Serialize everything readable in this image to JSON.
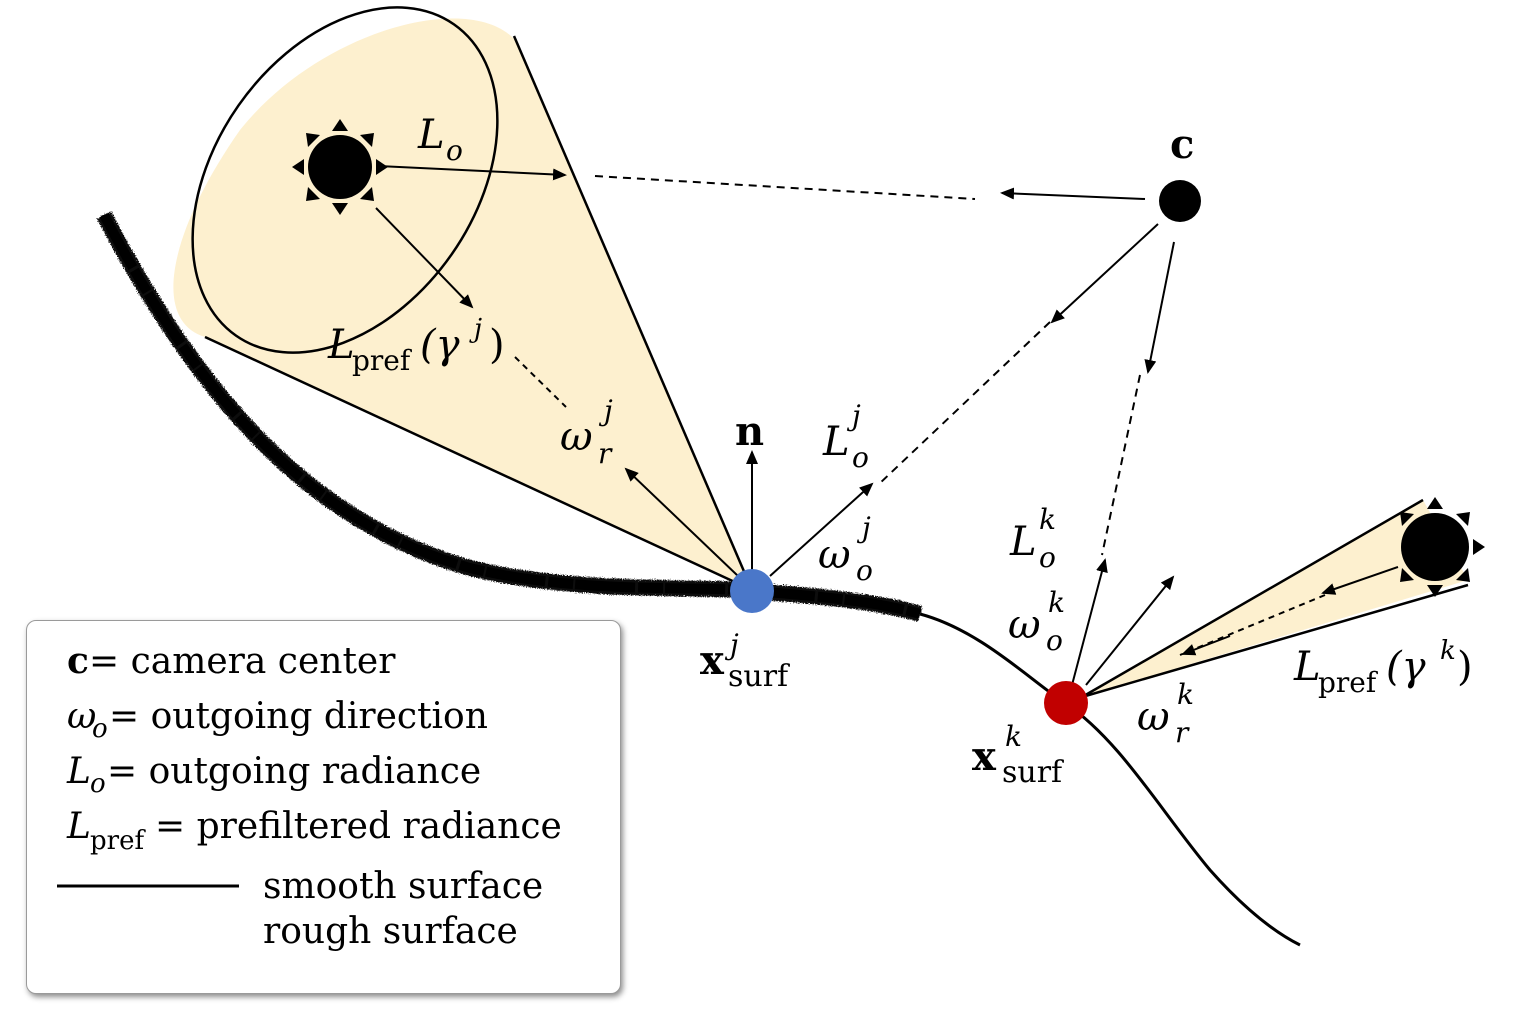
{
  "colors": {
    "cone_fill": "#fdf0cf",
    "point_j": "#4a77c9",
    "point_k": "#c10000",
    "ink": "#000000"
  },
  "labels": {
    "camera": "c",
    "normal": "n",
    "Lo_top": "L",
    "Lo_top_sub": "o",
    "Lpref_j_main": "L",
    "Lpref_j_sub": "pref",
    "Lpref_j_arg": "(γ",
    "Lpref_j_sup": "j",
    "Lpref_j_close": ")",
    "omega_r_j_main": "ω",
    "omega_r_j_sub": "r",
    "omega_r_j_sup": "j",
    "Lo_j_main": "L",
    "Lo_j_sub": "o",
    "Lo_j_sup": "j",
    "omega_o_j_main": "ω",
    "omega_o_j_sub": "o",
    "omega_o_j_sup": "j",
    "xsurf_j_main": "x",
    "xsurf_j_sub": "surf",
    "xsurf_j_sup": "j",
    "Lo_k_main": "L",
    "Lo_k_sub": "o",
    "Lo_k_sup": "k",
    "omega_o_k_main": "ω",
    "omega_o_k_sub": "o",
    "omega_o_k_sup": "k",
    "xsurf_k_main": "x",
    "xsurf_k_sub": "surf",
    "xsurf_k_sup": "k",
    "omega_r_k_main": "ω",
    "omega_r_k_sub": "r",
    "omega_r_k_sup": "k",
    "Lpref_k_main": "L",
    "Lpref_k_sub": "pref",
    "Lpref_k_arg": "(γ",
    "Lpref_k_sup": "k",
    "Lpref_k_close": ")"
  },
  "legend": {
    "c_sym": "c",
    "c_text": " = camera center",
    "wo_sym": "ω",
    "wo_sub": "o",
    "wo_text": "= outgoing direction",
    "lo_sym": "L",
    "lo_sub": "o",
    "lo_text": "= outgoing radiance",
    "lp_sym": "L",
    "lp_sub": "pref",
    "lp_text": "= prefiltered radiance",
    "smooth_text": "smooth surface",
    "rough_text": "rough surface"
  }
}
